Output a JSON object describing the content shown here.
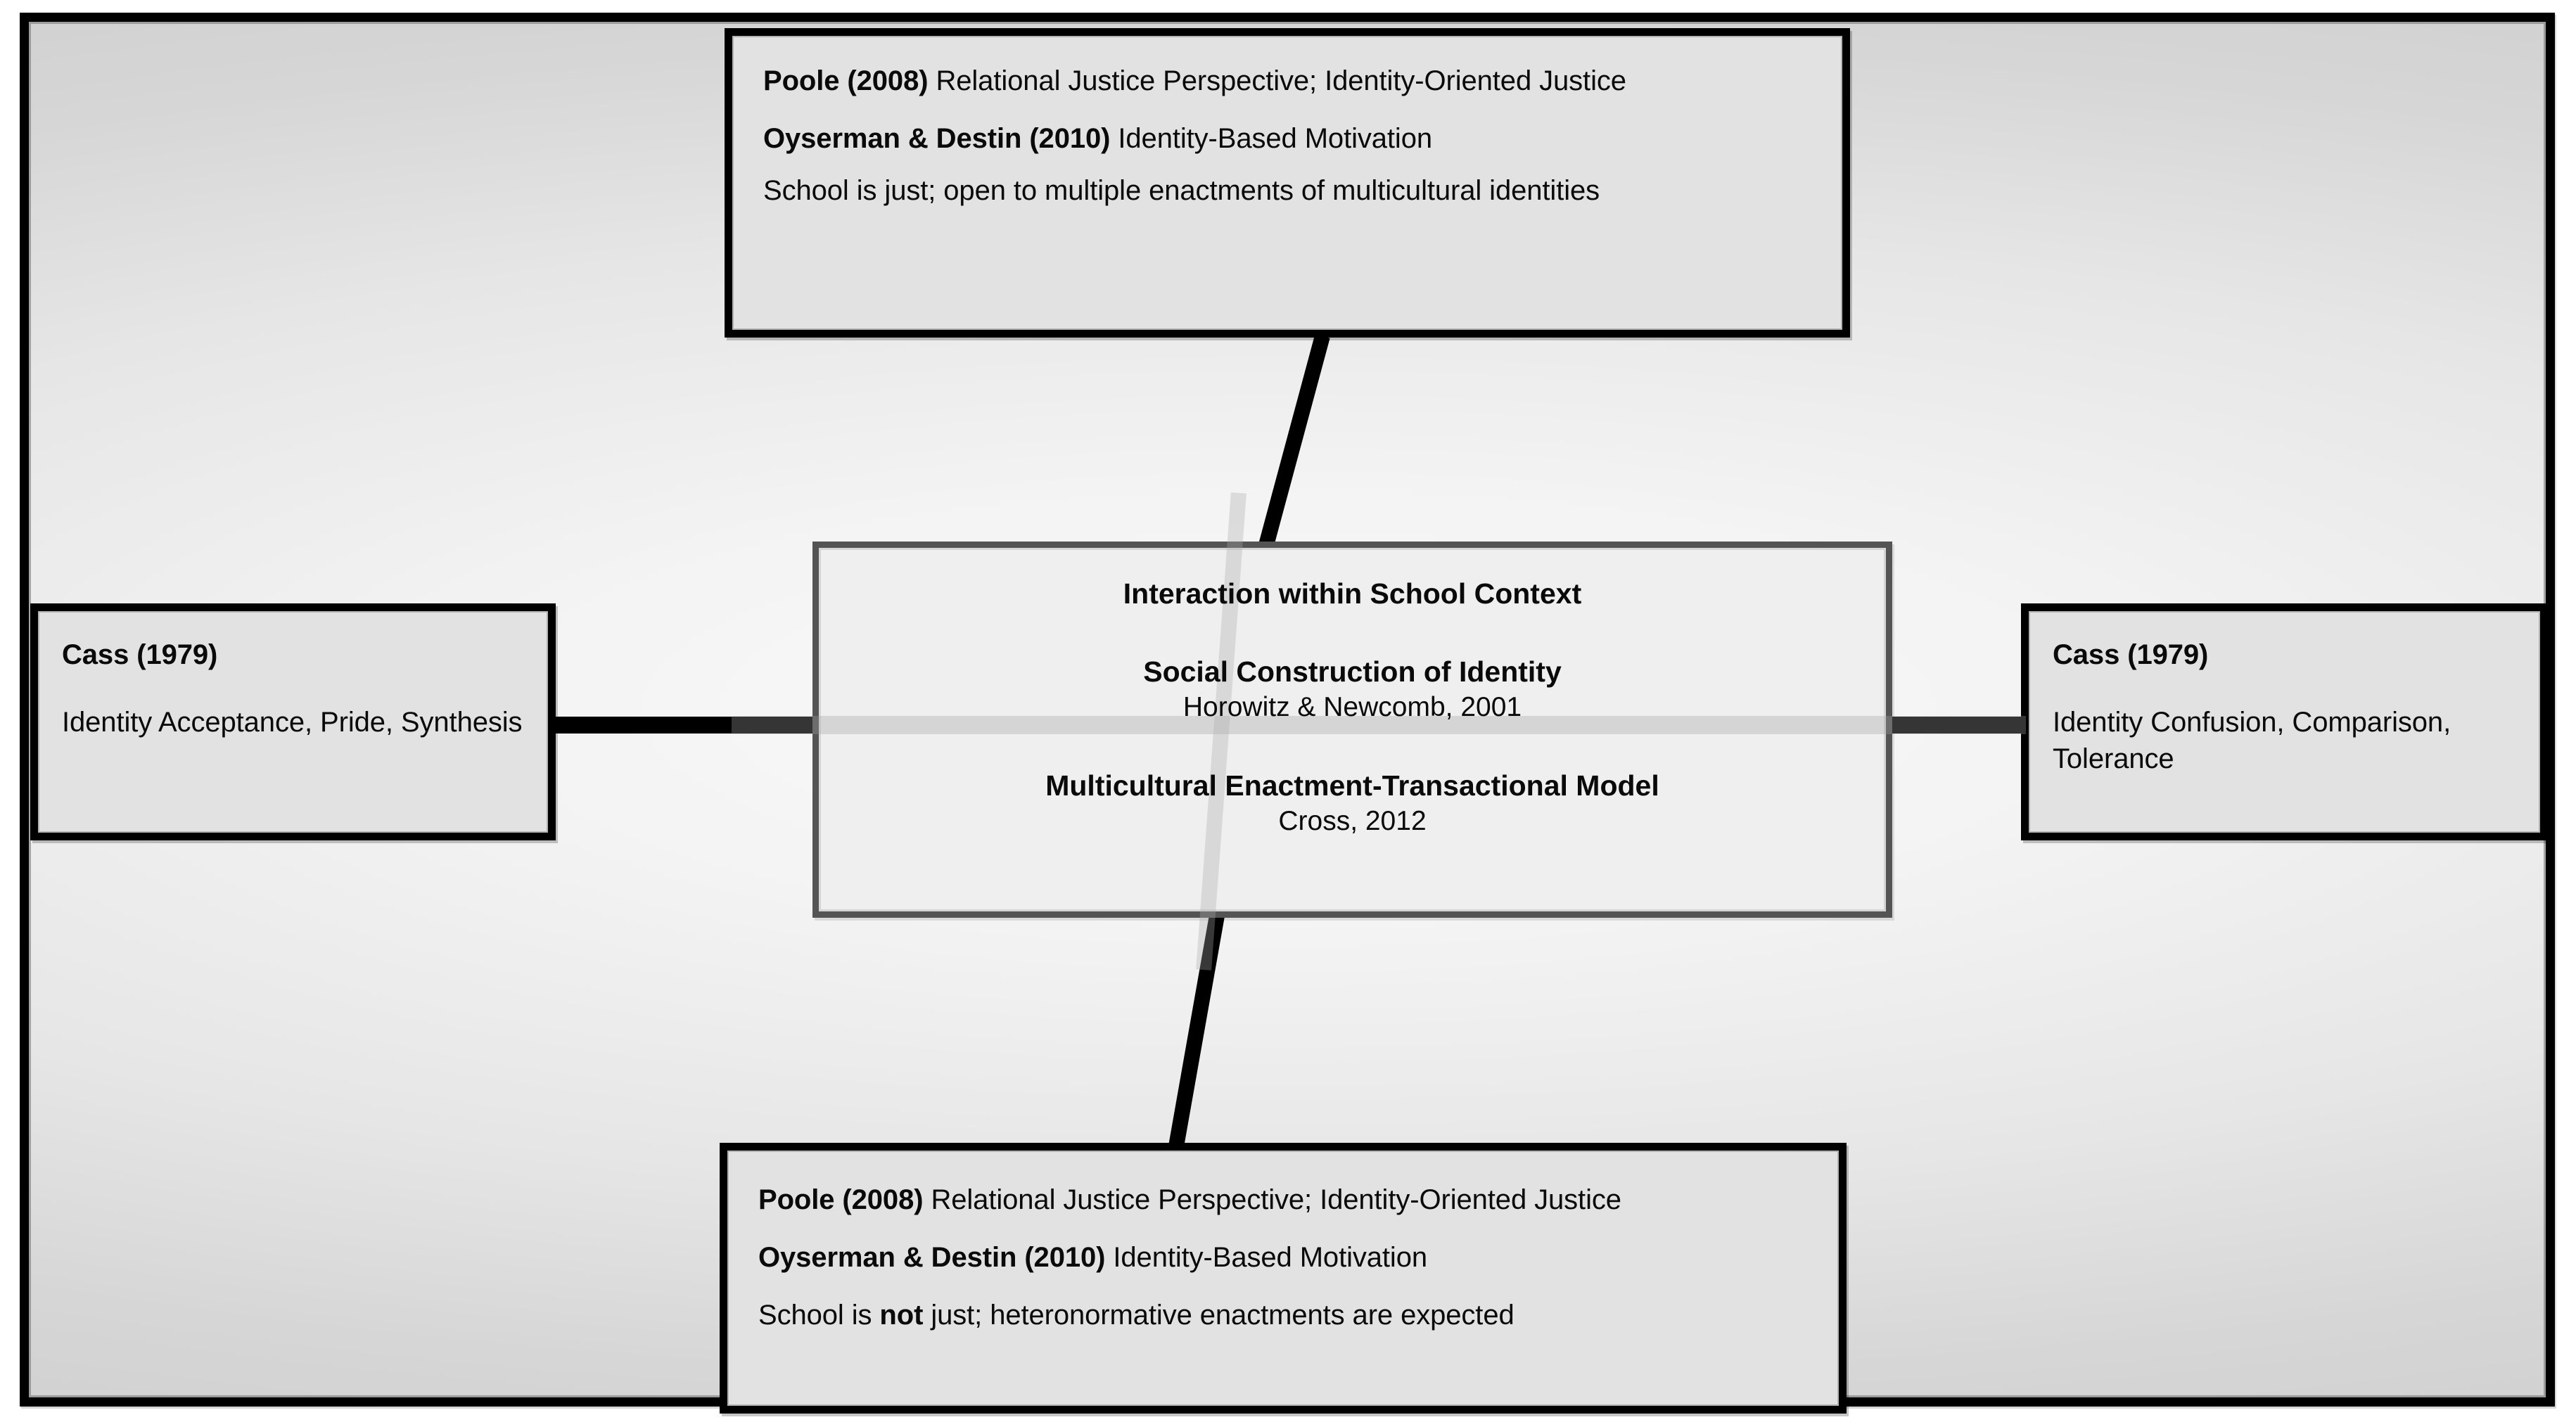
{
  "diagram": {
    "title": "Interaction within School Context conceptual model",
    "colors": {
      "frame_border": "#000000",
      "node_fill": "#e2e2e2",
      "node_border": "#000000",
      "center_fill": "#efefef",
      "center_border": "#545454",
      "connector": "#000000",
      "text": "#0a0a0a"
    }
  },
  "center": {
    "heading": "Interaction within School Context",
    "blocks": [
      {
        "title": "Social Construction of Identity",
        "citation": "Horowitz & Newcomb, 2001"
      },
      {
        "title": "Multicultural Enactment-Transactional Model",
        "citation": "Cross, 2012"
      }
    ]
  },
  "top": {
    "lines": [
      {
        "bold": "Poole (2008)",
        "rest": " Relational Justice Perspective; Identity-Oriented Justice"
      },
      {
        "bold": "Oyserman & Destin (2010)",
        "rest": " Identity-Based Motivation"
      }
    ],
    "statement_pre": "School is just; open to multiple enactments of multicultural identities"
  },
  "bottom": {
    "lines": [
      {
        "bold": "Poole (2008)",
        "rest": " Relational Justice Perspective; Identity-Oriented Justice"
      },
      {
        "bold": "Oyserman & Destin (2010)",
        "rest": " Identity-Based Motivation"
      }
    ],
    "statement_pre": "School is ",
    "statement_bold": "not",
    "statement_post": " just; heteronormative enactments are expected"
  },
  "left": {
    "citation": "Cass (1979)",
    "stages": "Identity Acceptance, Pride, Synthesis"
  },
  "right": {
    "citation": "Cass (1979)",
    "stages": "Identity Confusion, Comparison, Tolerance"
  }
}
